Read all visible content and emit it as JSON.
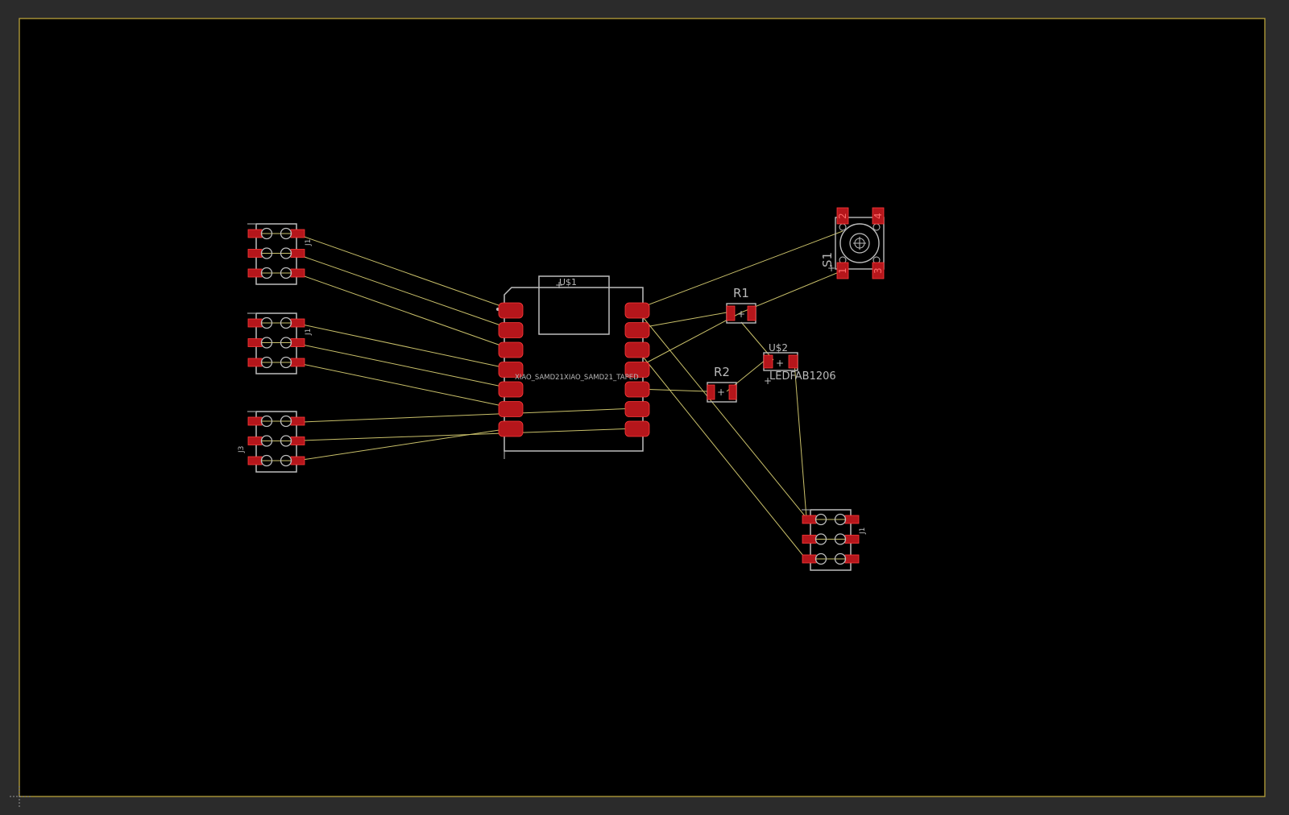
{
  "colors": {
    "window_bg": "#2b2b2b",
    "board_bg": "#000000",
    "board_outline": "#b8a23a",
    "airwire": "#c9c06a",
    "pad": "#b5161b",
    "pad_edge": "#ff3a3a",
    "silk": "#bdbdbd",
    "label": "#b9b9b9"
  },
  "parts": {
    "u1": {
      "name": "U$1",
      "value": "XIAO_SAMD21XIAO_SAMD21_TAPED"
    },
    "u2": {
      "name": "U$2",
      "value": "LEDFAB1206"
    },
    "r1": {
      "name": "R1"
    },
    "r2": {
      "name": "R2"
    },
    "s1": {
      "name": "S1",
      "pins": [
        "2",
        "4",
        "1",
        "3"
      ]
    },
    "j_top_left": {
      "name": "J1"
    },
    "j_mid_left": {
      "name": "J1"
    },
    "j_bot_left": {
      "name": "J3"
    },
    "j_right": {
      "name": "J1"
    }
  }
}
